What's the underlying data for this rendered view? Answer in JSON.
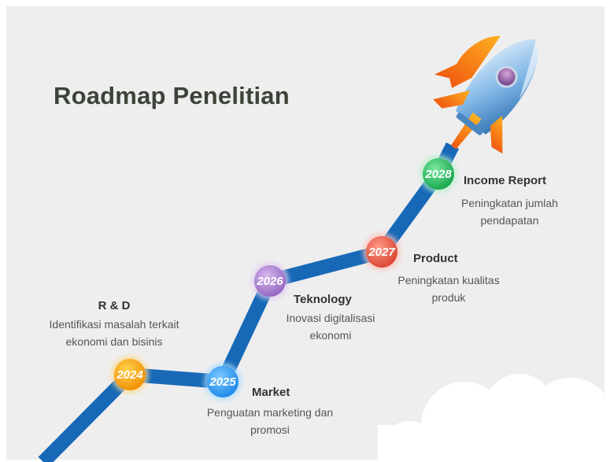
{
  "title": "Roadmap Penelitian",
  "colors": {
    "background": "#eeeeee",
    "road": "#1769b8",
    "m2024": "#f39c12",
    "m2025": "#2b9bf0",
    "m2026": "#a377c9",
    "m2027": "#e25a4a",
    "m2028": "#20b85a"
  },
  "milestones": [
    {
      "year": "2024",
      "title": "R & D",
      "description": "Identifikasi masalah terkait ekonomi dan bisinis"
    },
    {
      "year": "2025",
      "title": "Market",
      "description": "Penguatan marketing dan promosi"
    },
    {
      "year": "2026",
      "title": "Teknology",
      "description": "Inovasi digitalisasi ekonomi"
    },
    {
      "year": "2027",
      "title": "Product",
      "description": "Peningkatan kualitas produk"
    },
    {
      "year": "2028",
      "title": "Income Report",
      "description": "Peningkatan jumlah pendapatan"
    }
  ]
}
